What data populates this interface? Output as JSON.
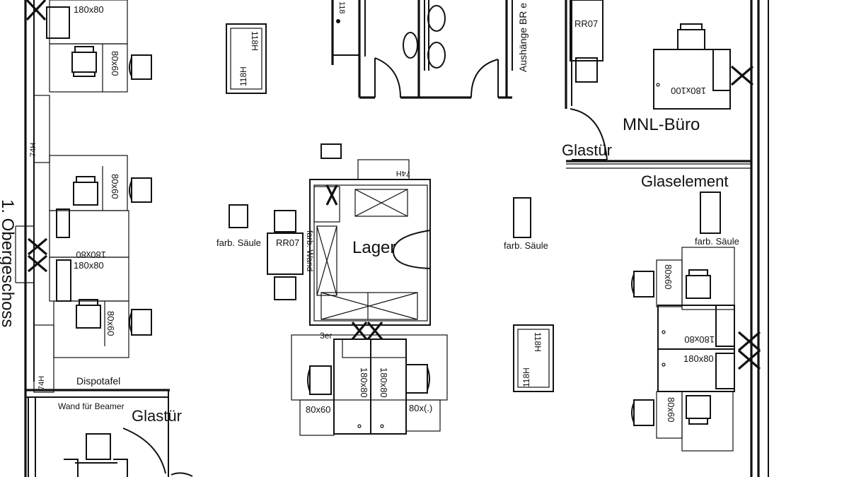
{
  "floor_label": "1. Obergeschoss",
  "rooms": {
    "lager": "Lager",
    "mnl_office": "MNL-Büro"
  },
  "labels": {
    "glasstuer_right": "Glastür",
    "glasstuer_left": "Glastür",
    "glaselement": "Glaselement",
    "aushaenge": "Aushänge BR e",
    "dispotafel": "Dispotafel",
    "wand_beamer": "Wand für Beamer",
    "farb_saeule_left": "farb. Säule",
    "farb_saeule_mid": "farb. Säule",
    "farb_saeule_right": "farb. Säule",
    "farb_wand": "farb. Wand",
    "rr07_left": "RR07",
    "rr07_top": "RR07",
    "schrank_3er": "3er"
  },
  "cabinet_codes": {
    "h74_a": "74H",
    "h74_b": "74H",
    "h74_c": "74H",
    "h118_a": "118H",
    "h118_b": "118H",
    "h118_c": "118H",
    "h118_d": "118H",
    "h118_top": "118"
  },
  "desk_sizes": {
    "top_left_a": "180x80",
    "top_left_b": "80x60",
    "left_mid_a": "80x60",
    "left_mid_b": "180x80",
    "left_mid_c": "180x80",
    "left_low": "80x60",
    "center_a": "180x80",
    "center_b": "180x80",
    "center_c": "80x60",
    "center_d": "80x(.)",
    "mnl_desk": "180x100",
    "right_a": "80x60",
    "right_b": "180x80",
    "right_c": "180x80",
    "right_d": "80x60"
  }
}
